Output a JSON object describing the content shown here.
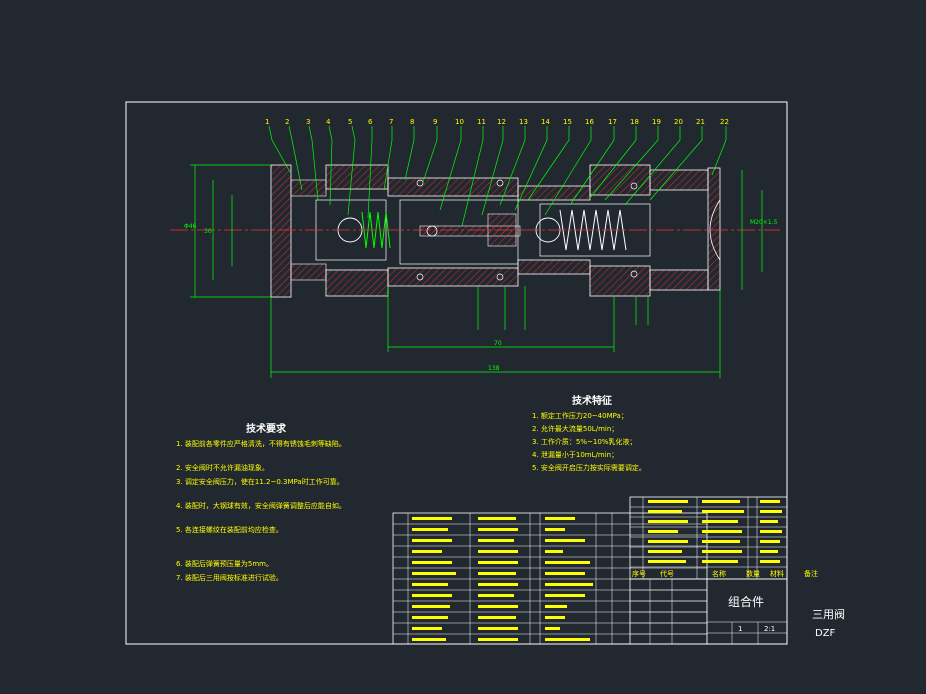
{
  "balloons": [
    "1",
    "2",
    "3",
    "4",
    "5",
    "6",
    "7",
    "8",
    "9",
    "10",
    "11",
    "12",
    "13",
    "14",
    "15",
    "16",
    "17",
    "18",
    "19",
    "20",
    "21",
    "22"
  ],
  "dimensions": {
    "overall_length": "138",
    "middle_length": "70",
    "dia_left_outer": "Φ46",
    "dia_left_inner": "30",
    "dia_right": "M20×1.5"
  },
  "tech_req": {
    "title": "技术要求",
    "items": [
      "1. 装配前各零件应严格清洗，不得有锈蚀毛刺等缺陷。",
      "2. 安全阀时不允许漏油现象。",
      "3. 调定安全阀压力，使在11.2~0.3MPa时工作可靠。",
      "4. 装配时，大钢球有效，安全阀弹簧调整后应能自如。",
      "5. 各连接螺纹在装配前均应检查。",
      "6. 装配后弹簧预压量为5mm。",
      "7. 装配后三用阀按标准进行试验。"
    ]
  },
  "tech_spec": {
    "title": "技术特征",
    "items": [
      "1. 额定工作压力20~40MPa；",
      "2. 允许最大流量50L/min；",
      "3. 工作介质：5%~10%乳化液；",
      "4. 泄漏量小于10mL/min；",
      "5. 安全阀开启压力按实际需要调定。"
    ]
  },
  "title_block": {
    "assembly": "组合件",
    "name": "三用阀",
    "code": "DZF",
    "scale": "2:1",
    "sheet": "1",
    "header": [
      "序号",
      "代号",
      "名称",
      "数量",
      "材料",
      "备注"
    ]
  }
}
